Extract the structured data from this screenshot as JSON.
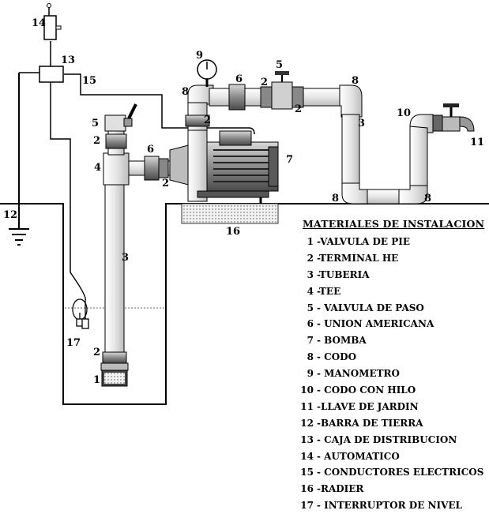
{
  "diagram": {
    "callouts": {
      "c14": "14",
      "c13": "13",
      "c15": "15",
      "c9": "9",
      "c5_top": "5",
      "c8_top": "8",
      "c6_top": "6",
      "c2_top": "2",
      "c2_top_r": "2",
      "c8_tr": "8",
      "c3_right": "3",
      "c10": "10",
      "c11": "11",
      "c5_left": "5",
      "c2_pump_top": "2",
      "c2_left_upper": "2",
      "c4": "4",
      "c6_mid": "6",
      "c2_mid": "2",
      "c7": "7",
      "c8_bl": "8",
      "c8_br": "8",
      "c12": "12",
      "c16": "16",
      "c3_left": "3",
      "c17": "17",
      "c2_low": "2",
      "c1": "1"
    }
  },
  "legend": {
    "title": "MATERIALES DE INSTALACION",
    "items": [
      {
        "num": "1",
        "text": "-VALVULA DE PIE"
      },
      {
        "num": "2",
        "text": "-TERMINAL HE"
      },
      {
        "num": "3",
        "text": "-TUBERIA"
      },
      {
        "num": "4",
        "text": "-TEE"
      },
      {
        "num": "5",
        "text": "- VALVULA DE PASO"
      },
      {
        "num": "6",
        "text": "- UNION AMERICANA"
      },
      {
        "num": "7",
        "text": "- BOMBA"
      },
      {
        "num": "8",
        "text": "- CODO"
      },
      {
        "num": "9",
        "text": "- MANOMETRO"
      },
      {
        "num": "10",
        "text": "- CODO CON HILO"
      },
      {
        "num": "11",
        "text": "-LLAVE DE JARDIN"
      },
      {
        "num": "12",
        "text": "-BARRA DE TIERRA"
      },
      {
        "num": "13",
        "text": "- CAJA DE DISTRIBUCION"
      },
      {
        "num": "14",
        "text": "- AUTOMATICO"
      },
      {
        "num": "15",
        "text": "- CONDUCTORES ELECTRICOS"
      },
      {
        "num": "16",
        "text": "-RADIER"
      },
      {
        "num": "17",
        "text": "- INTERRUPTOR DE NIVEL"
      }
    ]
  }
}
